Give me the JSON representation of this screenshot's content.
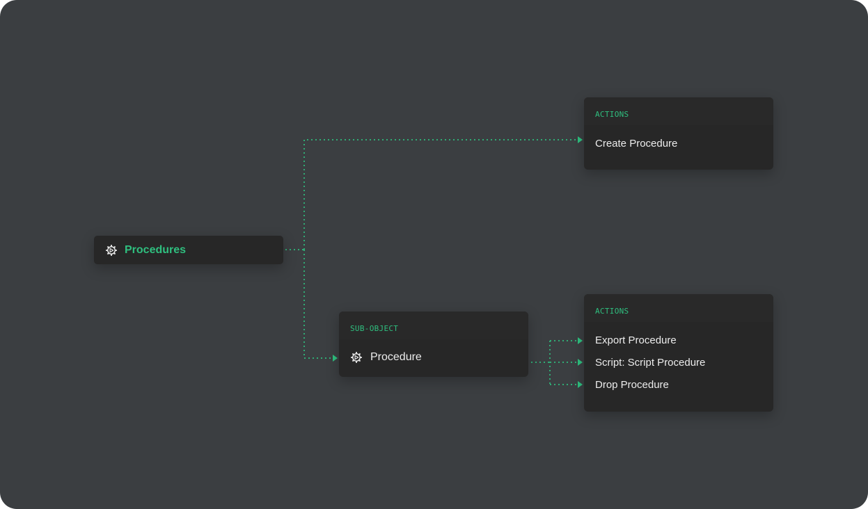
{
  "diagram": {
    "root": {
      "label": "Procedures",
      "icon": "gear-play-icon"
    },
    "top_actions": {
      "header": "ACTIONS",
      "items": [
        "Create Procedure"
      ]
    },
    "sub_object": {
      "header": "SUB-OBJECT",
      "label": "Procedure",
      "icon": "gear-play-icon"
    },
    "bottom_actions": {
      "header": "ACTIONS",
      "items": [
        "Export Procedure",
        "Script: Script Procedure",
        "Drop Procedure"
      ]
    },
    "colors": {
      "background": "#3b3e41",
      "card": "#272727",
      "accent": "#2fbf7f",
      "text": "#ececec"
    }
  }
}
